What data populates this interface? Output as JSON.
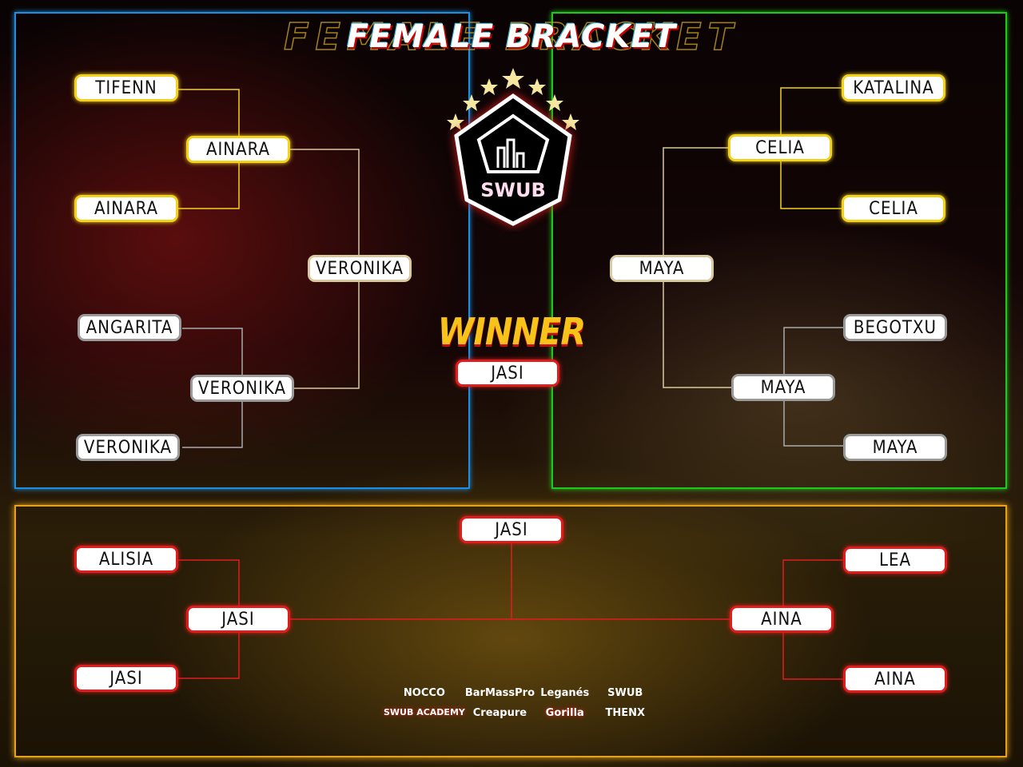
{
  "title": "FEMALE BRACKET",
  "logo_text": "SWUB",
  "winner_label": "WINNER",
  "winner": "JASI",
  "colors": {
    "left_frame": "#1e8ee0",
    "right_frame": "#1ec81e",
    "bottom_frame": "#e8a21a",
    "round1": "#f3d21c",
    "final": "#e01d1d"
  },
  "top_left": {
    "r1": [
      "TIFENN",
      "AINARA",
      "ANGARITA",
      "VERONIKA"
    ],
    "r2": [
      "AINARA",
      "VERONIKA"
    ],
    "r3": "VERONIKA"
  },
  "top_right": {
    "r1": [
      "KATALINA",
      "CELIA",
      "BEGOTXU",
      "MAYA"
    ],
    "r2": [
      "CELIA",
      "MAYA"
    ],
    "r3": "MAYA"
  },
  "bottom": {
    "r1": [
      "ALISIA",
      "JASI",
      "LEA",
      "AINA"
    ],
    "r2": [
      "JASI",
      "AINA"
    ],
    "final": "JASI"
  },
  "sponsors": [
    "NOCCO",
    "BarMassPro",
    "Leganés",
    "SWUB",
    "SWUB ACADEMY",
    "Creapure",
    "Gorilla",
    "THENX"
  ]
}
